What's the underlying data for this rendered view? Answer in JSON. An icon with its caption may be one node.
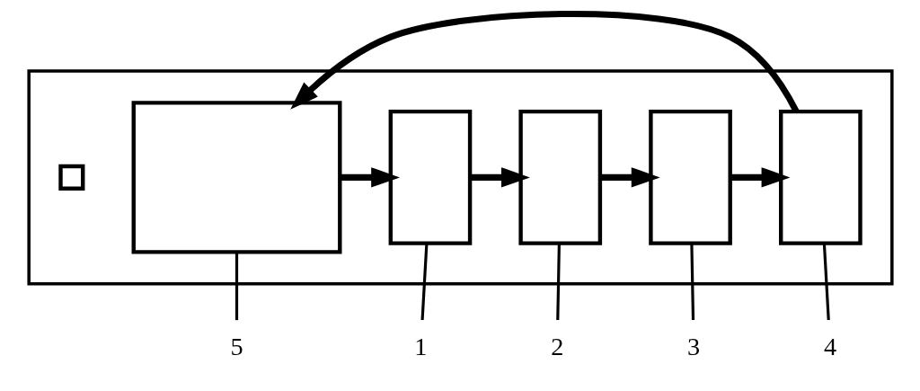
{
  "diagram": {
    "nodes": [
      {
        "text": [],
        "shape": "box"
      },
      {
        "text": [],
        "shape": "box",
        "in": 0
      },
      {
        "text": [],
        "shape": "box",
        "in": 0
      },
      {
        "text": [],
        "shape": "box",
        "in": 0
      },
      {
        "text": [],
        "shape": "box",
        "in": 0
      },
      {
        "text": [],
        "shape": "box",
        "in": 0
      },
      {
        "text": [],
        "shape": "box",
        "in": 0
      },
      {
        "text": [
          "5"
        ]
      },
      {
        "text": [
          "1"
        ]
      },
      {
        "text": [
          "2"
        ]
      },
      {
        "text": [
          "3"
        ]
      },
      {
        "text": [
          "4"
        ]
      }
    ],
    "edges": [
      {
        "from": 1,
        "to": 2,
        "arrow": "to",
        "style": "thick"
      },
      {
        "from": 2,
        "to": 3,
        "arrow": "to",
        "style": "thick"
      },
      {
        "from": 3,
        "to": 5,
        "arrow": "to",
        "style": "thick"
      },
      {
        "from": 5,
        "to": 6,
        "arrow": "to",
        "style": "thick"
      },
      {
        "from": 6,
        "to": 1,
        "arrow": "to",
        "style": "thick"
      },
      {
        "from": 1,
        "to": 7,
        "arrow": "none"
      },
      {
        "from": 2,
        "to": 8,
        "arrow": "none"
      },
      {
        "from": 3,
        "to": 9,
        "arrow": "none"
      },
      {
        "from": 5,
        "to": 10,
        "arrow": "none"
      },
      {
        "from": 6,
        "to": 11,
        "arrow": "none"
      }
    ]
  }
}
